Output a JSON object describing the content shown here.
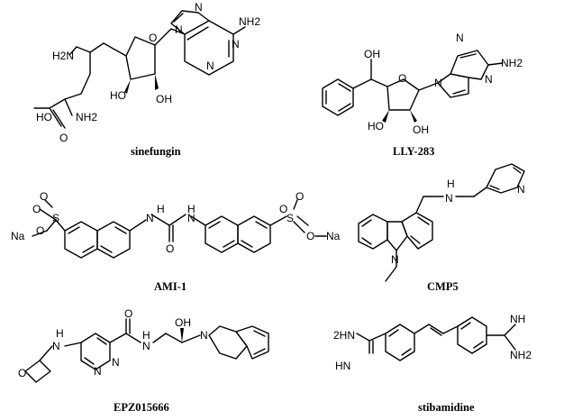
{
  "compounds": [
    {
      "id": "sinefungin",
      "name": "sinefungin",
      "atoms": {
        "nh2_top": "NH2",
        "n_9": "N",
        "n_1": "N",
        "n_3": "N",
        "n_7": "N",
        "o_ring": "O",
        "h2n": "H2N",
        "ho_1": "HO",
        "oh_1": "OH",
        "ho_acid": "HO",
        "nh2_alpha": "NH2",
        "o_acid": "O"
      }
    },
    {
      "id": "lly-283",
      "name": "LLY-283",
      "atoms": {
        "oh_top": "OH",
        "o_ring": "O",
        "n_a": "N",
        "n_b": "N",
        "n_c": "N",
        "nh2": "NH2",
        "ho": "HO",
        "oh": "OH"
      }
    },
    {
      "id": "ami-1",
      "name": "AMI-1",
      "atoms": {
        "o1": "O",
        "o2": "O",
        "s1": "S",
        "na1": "Na",
        "o3": "O",
        "hn1": "H",
        "n1": "N",
        "hn2": "H",
        "n2": "N",
        "o_urea": "O",
        "o4": "O",
        "o5": "O",
        "s2": "S",
        "o6": "O",
        "na2": "Na"
      }
    },
    {
      "id": "cmp5",
      "name": "CMP5",
      "atoms": {
        "n_carb": "N",
        "nh": "H",
        "n_amine": "N",
        "n_pyr": "N"
      }
    },
    {
      "id": "epz015666",
      "name": "EPZ015666",
      "atoms": {
        "o_ox": "O",
        "h": "H",
        "n_link": "N",
        "n_p1": "N",
        "n_p2": "N",
        "o_amide": "O",
        "h_amide": "H",
        "n_amide": "N",
        "oh": "OH",
        "n_thiq": "N"
      }
    },
    {
      "id": "stibamidine",
      "name": "stibamidine",
      "atoms": {
        "hn2_a": "2HN",
        "hn_a": "HN",
        "nh_b": "NH",
        "nh2_b": "NH2"
      }
    }
  ],
  "colors": {
    "ink": "#000000",
    "background": "#ffffff"
  }
}
